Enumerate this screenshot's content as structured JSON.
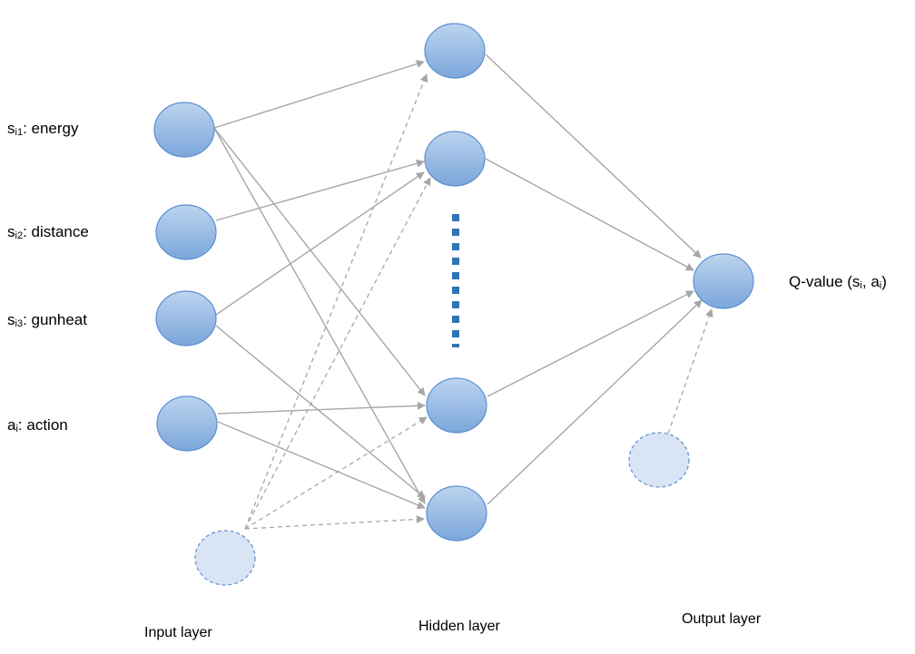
{
  "inputs": [
    {
      "base": "s",
      "sub": "i1",
      "text": ": energy"
    },
    {
      "base": "s",
      "sub": "i2",
      "text": ": distance"
    },
    {
      "base": "s",
      "sub": "i3",
      "text": ": gunheat"
    },
    {
      "base": "a",
      "sub": "i",
      "text": ": action"
    }
  ],
  "output": {
    "prefix": "Q-value (s",
    "sub1": "i",
    "mid": ", a",
    "sub2": "i",
    "suffix": ")"
  },
  "layers": {
    "input": "Input layer",
    "hidden": "Hidden layer",
    "output": "Output layer"
  },
  "colors": {
    "node_fill_top": "#b8d1ee",
    "node_fill_bottom": "#7ea9dd",
    "node_stroke": "#5b8fd0",
    "bias_fill": "#d9e4f4",
    "edge": "#a6a6a6",
    "dots": "#2e75b6"
  },
  "icons": {
    "node": "neuron-circle",
    "bias": "bias-dashed-circle",
    "ellipsis": "vertical-dotted-ellipsis"
  }
}
